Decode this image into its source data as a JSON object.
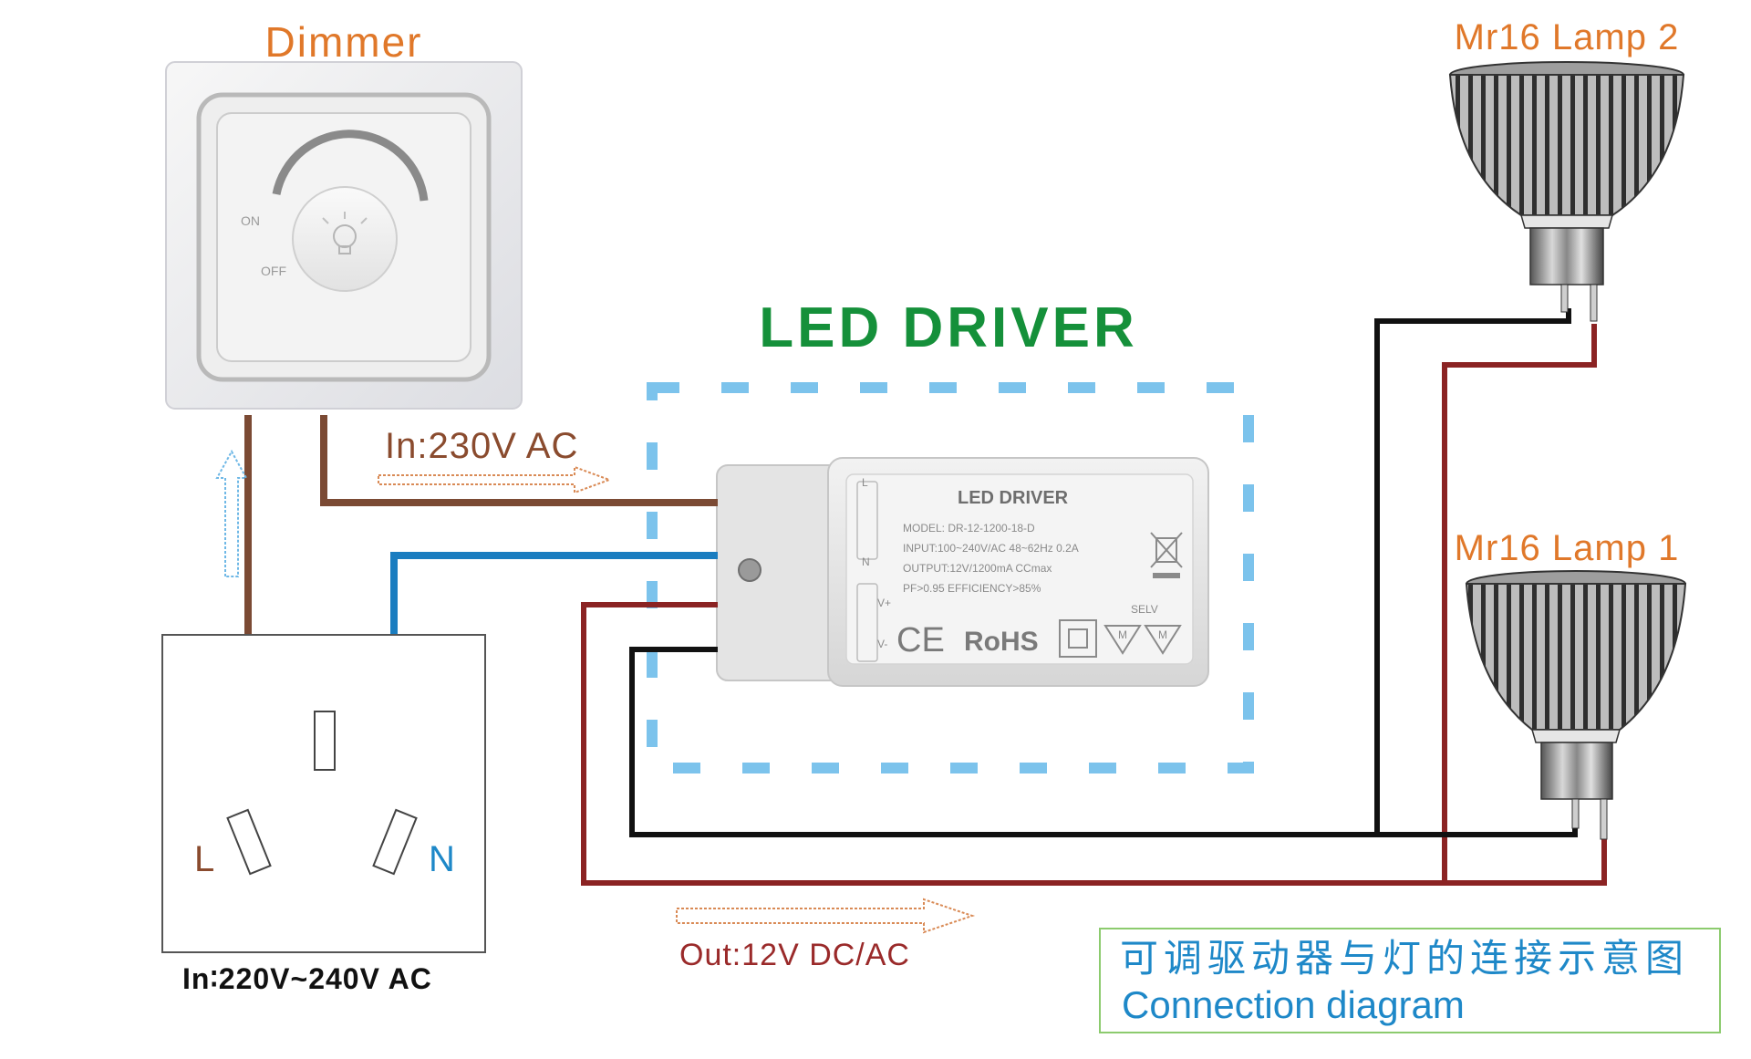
{
  "dimmer": {
    "title": "Dimmer",
    "on_label": "ON",
    "off_label": "OFF",
    "knob_icon": "light-bulb-icon"
  },
  "driver": {
    "title": "LED DRIVER",
    "label_title": "LED DRIVER",
    "model": "MODEL: DR-12-1200-18-D",
    "input": "INPUT:100~240V/AC  48~62Hz  0.2A",
    "output": "OUTPUT:12V/1200mA  CCmax",
    "pf": "PF>0.95  EFFICIENCY>85%",
    "ce": "CE",
    "rohs": "RoHS",
    "selv": "SELV",
    "m_mark": "M",
    "vplus": "V+",
    "vminus": "V-",
    "in_l": "L",
    "in_n": "N"
  },
  "input_label": "In:230V AC",
  "output_label": "Out:12V DC/AC",
  "socket": {
    "l_label": "L",
    "n_label": "N",
    "caption": "In∶220V~240V AC"
  },
  "lamp1": {
    "label": "Mr16 Lamp 1"
  },
  "lamp2": {
    "label": "Mr16 Lamp 2"
  },
  "caption_box": {
    "chinese": "可调驱动器与灯的连接示意图",
    "english": "Connection diagram"
  },
  "colors": {
    "live_wire": "#7B4A34",
    "neutral_wire": "#1A7DC0",
    "positive_wire": "#8B2323",
    "negative_wire": "#111111",
    "dash_box": "#7CC3EC",
    "caption_border": "#8CCB6E"
  }
}
